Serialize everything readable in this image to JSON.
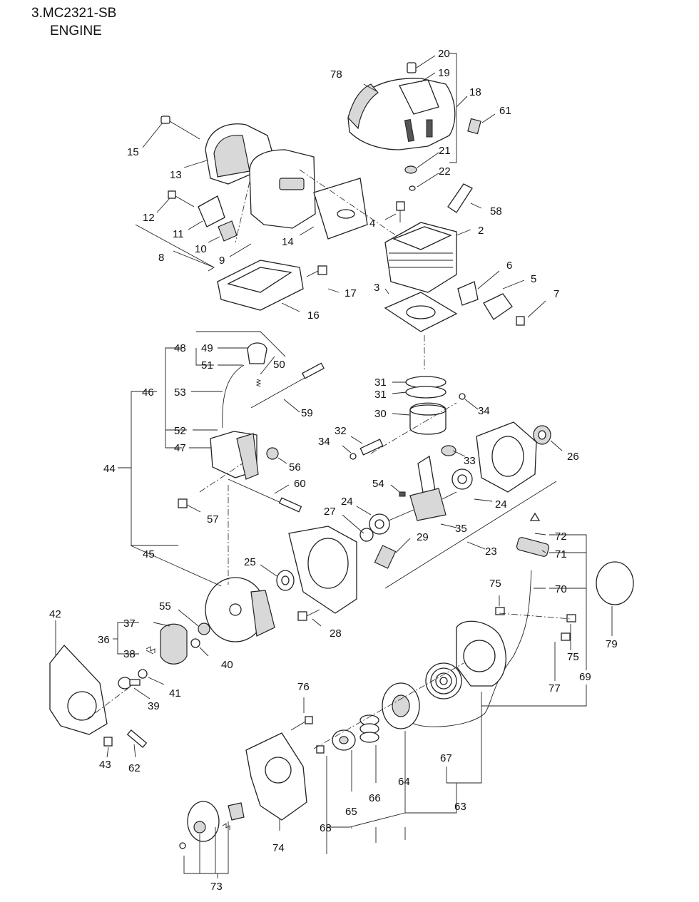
{
  "header": {
    "model": "3.MC2321-SB",
    "section": "ENGINE"
  },
  "callouts": [
    {
      "id": "c20",
      "text": "20"
    },
    {
      "id": "c19",
      "text": "19"
    },
    {
      "id": "c78",
      "text": "78"
    },
    {
      "id": "c18",
      "text": "18"
    },
    {
      "id": "c61",
      "text": "61"
    },
    {
      "id": "c21",
      "text": "21"
    },
    {
      "id": "c22",
      "text": "22"
    },
    {
      "id": "c15",
      "text": "15"
    },
    {
      "id": "c13",
      "text": "13"
    },
    {
      "id": "c12",
      "text": "12"
    },
    {
      "id": "c11",
      "text": "11"
    },
    {
      "id": "c10",
      "text": "10"
    },
    {
      "id": "c8",
      "text": "8"
    },
    {
      "id": "c9",
      "text": "9"
    },
    {
      "id": "c14",
      "text": "14"
    },
    {
      "id": "c4",
      "text": "4"
    },
    {
      "id": "c58",
      "text": "58"
    },
    {
      "id": "c2",
      "text": "2"
    },
    {
      "id": "c17",
      "text": "17"
    },
    {
      "id": "c6",
      "text": "6"
    },
    {
      "id": "c5",
      "text": "5"
    },
    {
      "id": "c3",
      "text": "3"
    },
    {
      "id": "c7",
      "text": "7"
    },
    {
      "id": "c16",
      "text": "16"
    },
    {
      "id": "c48",
      "text": "48"
    },
    {
      "id": "c49",
      "text": "49"
    },
    {
      "id": "c51",
      "text": "51"
    },
    {
      "id": "c50",
      "text": "50"
    },
    {
      "id": "c46",
      "text": "46"
    },
    {
      "id": "c53",
      "text": "53"
    },
    {
      "id": "c59",
      "text": "59"
    },
    {
      "id": "c31a",
      "text": "31"
    },
    {
      "id": "c31b",
      "text": "31"
    },
    {
      "id": "c30",
      "text": "30"
    },
    {
      "id": "c34a",
      "text": "34"
    },
    {
      "id": "c32",
      "text": "32"
    },
    {
      "id": "c34b",
      "text": "34"
    },
    {
      "id": "c52",
      "text": "52"
    },
    {
      "id": "c47",
      "text": "47"
    },
    {
      "id": "c33",
      "text": "33"
    },
    {
      "id": "c26",
      "text": "26"
    },
    {
      "id": "c44",
      "text": "44"
    },
    {
      "id": "c56",
      "text": "56"
    },
    {
      "id": "c54",
      "text": "54"
    },
    {
      "id": "c60",
      "text": "60"
    },
    {
      "id": "c24a",
      "text": "24"
    },
    {
      "id": "c24b",
      "text": "24"
    },
    {
      "id": "c27",
      "text": "27"
    },
    {
      "id": "c57",
      "text": "57"
    },
    {
      "id": "c35",
      "text": "35"
    },
    {
      "id": "c29",
      "text": "29"
    },
    {
      "id": "c23",
      "text": "23"
    },
    {
      "id": "c45",
      "text": "45"
    },
    {
      "id": "c25",
      "text": "25"
    },
    {
      "id": "c72",
      "text": "72"
    },
    {
      "id": "c71",
      "text": "71"
    },
    {
      "id": "c75a",
      "text": "75"
    },
    {
      "id": "c70",
      "text": "70"
    },
    {
      "id": "c55",
      "text": "55"
    },
    {
      "id": "c42",
      "text": "42"
    },
    {
      "id": "c37",
      "text": "37"
    },
    {
      "id": "c36",
      "text": "36"
    },
    {
      "id": "c38",
      "text": "38"
    },
    {
      "id": "c40",
      "text": "40"
    },
    {
      "id": "c28",
      "text": "28"
    },
    {
      "id": "c79",
      "text": "79"
    },
    {
      "id": "c75b",
      "text": "75"
    },
    {
      "id": "c41",
      "text": "41"
    },
    {
      "id": "c39",
      "text": "39"
    },
    {
      "id": "c77",
      "text": "77"
    },
    {
      "id": "c69",
      "text": "69"
    },
    {
      "id": "c76",
      "text": "76"
    },
    {
      "id": "c43",
      "text": "43"
    },
    {
      "id": "c62",
      "text": "62"
    },
    {
      "id": "c67",
      "text": "67"
    },
    {
      "id": "c64",
      "text": "64"
    },
    {
      "id": "c66",
      "text": "66"
    },
    {
      "id": "c65",
      "text": "65"
    },
    {
      "id": "c63",
      "text": "63"
    },
    {
      "id": "c68",
      "text": "68"
    },
    {
      "id": "c74",
      "text": "74"
    },
    {
      "id": "c73",
      "text": "73"
    }
  ]
}
